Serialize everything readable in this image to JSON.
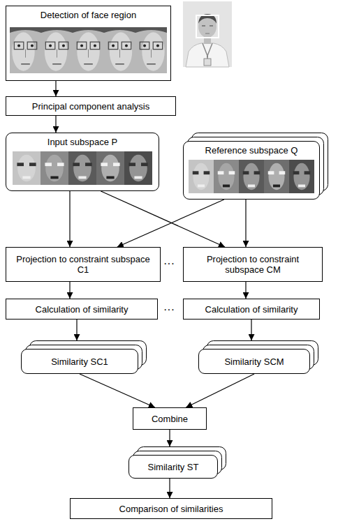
{
  "diagram": {
    "nodes": [
      {
        "text": [
          "Detection of face region"
        ]
      },
      {
        "text": [
          "Principal component analysis"
        ]
      },
      {
        "text": [
          "Input subspace P"
        ]
      },
      {
        "text": [
          "Reference subspace Q"
        ]
      },
      {
        "text": [
          "Projection to constraint subspace C1"
        ]
      },
      {
        "text": [
          "Projection to constraint subspace CM"
        ]
      },
      {
        "text": [
          "Calculation of similarity"
        ]
      },
      {
        "text": [
          "Calculation of similarity"
        ]
      },
      {
        "text": [
          "Similarity SC1"
        ]
      },
      {
        "text": [
          "Similarity SCM"
        ]
      },
      {
        "text": [
          "Combine"
        ]
      },
      {
        "text": [
          "Similarity ST"
        ]
      },
      {
        "text": [
          "Comparison of similarities"
        ]
      }
    ],
    "edges": [
      {
        "from": 0,
        "to": 1,
        "arrow": "to"
      },
      {
        "from": 1,
        "to": 2,
        "arrow": "to"
      },
      {
        "from": 2,
        "to": 4,
        "arrow": "to"
      },
      {
        "from": 2,
        "to": 5,
        "arrow": "to"
      },
      {
        "from": 3,
        "to": 4,
        "arrow": "to"
      },
      {
        "from": 3,
        "to": 5,
        "arrow": "to"
      },
      {
        "from": 4,
        "to": 6,
        "arrow": "to"
      },
      {
        "from": 5,
        "to": 7,
        "arrow": "to"
      },
      {
        "from": 6,
        "to": 8,
        "arrow": "to"
      },
      {
        "from": 7,
        "to": 9,
        "arrow": "to"
      },
      {
        "from": 8,
        "to": 10,
        "arrow": "to"
      },
      {
        "from": 9,
        "to": 10,
        "arrow": "to"
      },
      {
        "from": 10,
        "to": 11,
        "arrow": "to"
      },
      {
        "from": 11,
        "to": 12,
        "arrow": "to"
      }
    ],
    "labels": [
      "···",
      "···"
    ]
  }
}
